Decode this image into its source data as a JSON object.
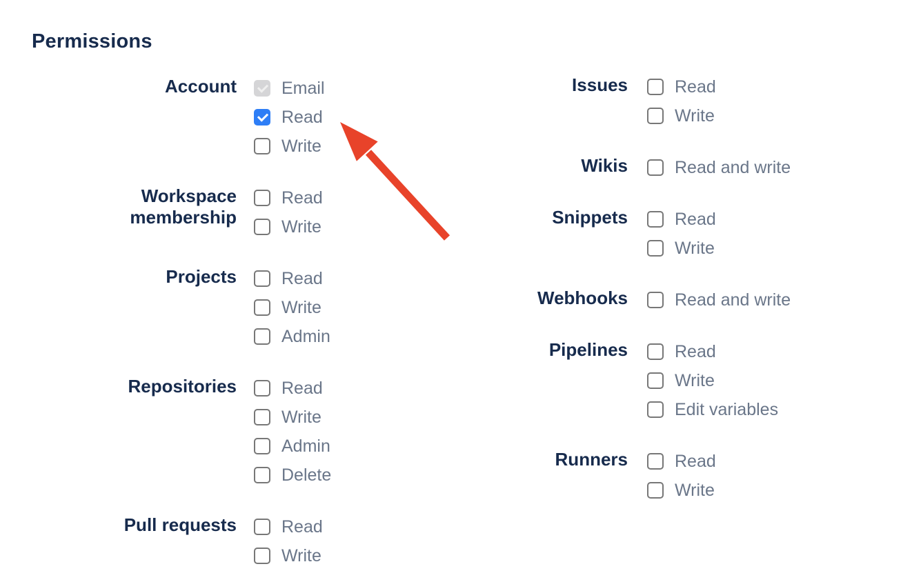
{
  "heading": "Permissions",
  "colors": {
    "heading_text": "#172B4D",
    "group_label_text": "#172B4D",
    "option_label_text": "#6A7689",
    "checkbox_border": "#777777",
    "checkbox_checked_bg": "#2E7EF6",
    "checkbox_checkmark": "#FFFFFF",
    "checkbox_disabled_bg": "#D5D5D7",
    "checkbox_disabled_checkmark": "#EFEFEF",
    "arrow_color": "#E8432A"
  },
  "columns": [
    {
      "groups": [
        {
          "label": "Account",
          "options": [
            {
              "label": "Email",
              "checked": true,
              "disabled": true
            },
            {
              "label": "Read",
              "checked": true,
              "disabled": false
            },
            {
              "label": "Write",
              "checked": false,
              "disabled": false
            }
          ]
        },
        {
          "label": "Workspace membership",
          "options": [
            {
              "label": "Read",
              "checked": false,
              "disabled": false
            },
            {
              "label": "Write",
              "checked": false,
              "disabled": false
            }
          ]
        },
        {
          "label": "Projects",
          "options": [
            {
              "label": "Read",
              "checked": false,
              "disabled": false
            },
            {
              "label": "Write",
              "checked": false,
              "disabled": false
            },
            {
              "label": "Admin",
              "checked": false,
              "disabled": false
            }
          ]
        },
        {
          "label": "Repositories",
          "options": [
            {
              "label": "Read",
              "checked": false,
              "disabled": false
            },
            {
              "label": "Write",
              "checked": false,
              "disabled": false
            },
            {
              "label": "Admin",
              "checked": false,
              "disabled": false
            },
            {
              "label": "Delete",
              "checked": false,
              "disabled": false
            }
          ]
        },
        {
          "label": "Pull requests",
          "options": [
            {
              "label": "Read",
              "checked": false,
              "disabled": false
            },
            {
              "label": "Write",
              "checked": false,
              "disabled": false
            }
          ]
        }
      ]
    },
    {
      "groups": [
        {
          "label": "Issues",
          "options": [
            {
              "label": "Read",
              "checked": false,
              "disabled": false
            },
            {
              "label": "Write",
              "checked": false,
              "disabled": false
            }
          ]
        },
        {
          "label": "Wikis",
          "options": [
            {
              "label": "Read and write",
              "checked": false,
              "disabled": false
            }
          ]
        },
        {
          "label": "Snippets",
          "options": [
            {
              "label": "Read",
              "checked": false,
              "disabled": false
            },
            {
              "label": "Write",
              "checked": false,
              "disabled": false
            }
          ]
        },
        {
          "label": "Webhooks",
          "options": [
            {
              "label": "Read and write",
              "checked": false,
              "disabled": false
            }
          ]
        },
        {
          "label": "Pipelines",
          "options": [
            {
              "label": "Read",
              "checked": false,
              "disabled": false
            },
            {
              "label": "Write",
              "checked": false,
              "disabled": false
            },
            {
              "label": "Edit variables",
              "checked": false,
              "disabled": false
            }
          ]
        },
        {
          "label": "Runners",
          "options": [
            {
              "label": "Read",
              "checked": false,
              "disabled": false
            },
            {
              "label": "Write",
              "checked": false,
              "disabled": false
            }
          ]
        }
      ]
    }
  ],
  "annotation_arrow": {
    "color": "#E8432A",
    "points_at": "checkbox-account-read"
  }
}
